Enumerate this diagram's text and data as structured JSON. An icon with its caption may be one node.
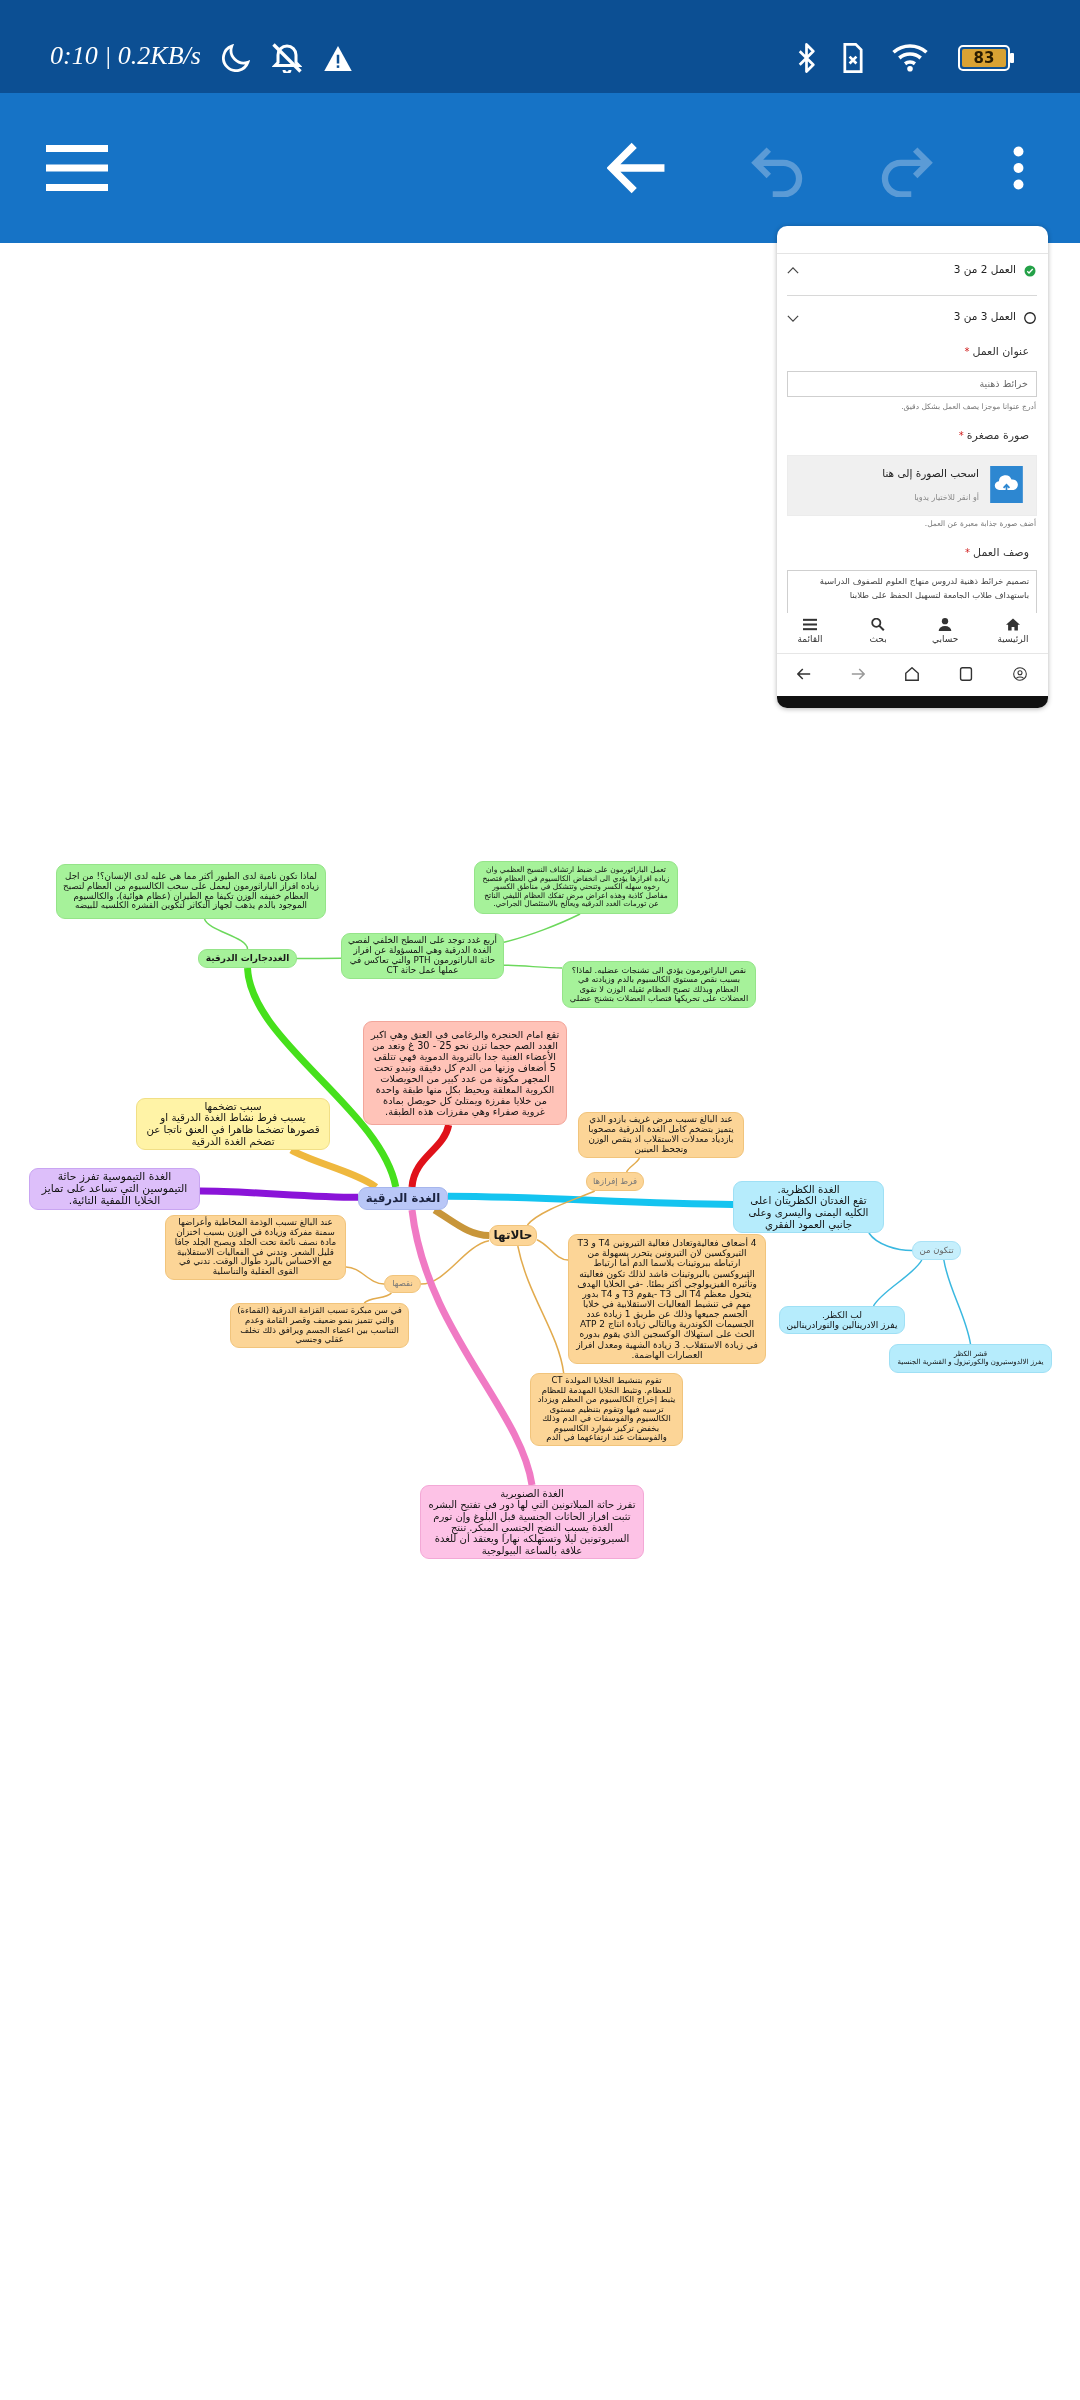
{
  "diagram": {
    "nodes": [
      {
        "text": [
          "الغدة الدرقية"
        ]
      },
      {
        "text": [
          "الغددجارات الدرقية"
        ]
      },
      {
        "text": [
          "لماذا تكون نامية لدى الطيور أكثر مما هي عليه لدى الإنسان؟! من اجل زياده افراز الباراثورمون ليعمل على سحب الكالسيوم من العظام لتصبح العظام خفيفه الوزن تكيفا مع الطيران (عظام هوائية)، والكالسيوم الموجود بالدم يذهب لجهاز التكاثر لتكوين القشره الكلسيه للبيضه"
        ]
      },
      {
        "text": [
          "أربع غدد توجد على السطح الخلفي لفصي الغدة الدرقية وهي المسؤولة عن افراز حاثة الباراثورمون PTH والتي تعاكس في عملها عمل حاثة CT"
        ]
      },
      {
        "text": [
          "تعمل الباراثورمون على ضبط ارتشاف النسيج العظمي وان زياده افرازها يؤدي الى انخفاض الكالسيوم في العظام فتصبح رخوه سهله الكسر وتنحني وتتشكل في مناطق الكسور مفاصل كاذبة وهذه اعراض مرض تفكك العظام الليفي الناتج عن تورمات الغدد الدرقيه ويعالج بالاستئصال الجراحي."
        ]
      },
      {
        "text": [
          "نقص الباراثورمون يؤدي الى تشنجات عضليه. لماذا؟ بسبب نقص مستوى الكالسيوم بالدم وزيادته في العظام وبذلك تصبح العظام ثقيله الوزن لا تقوى العضلات على تحريكها فتصاب العضلات بتشنج عضلي"
        ]
      },
      {
        "text": [
          "تقع امام الحنجرة والرغامى في العنق وهي اكبر الغدد الصم حجما تزن نحو 25 - 30 غ وتعد من الأعضاء الغنية جدا بالتروية الدموية فهي تتلقى 5 أضعاف وزنها من الدم كل دقيقة وتبدو تحت المجهر مكونة من عدد كبير من الحويصلات الكروية المغلقة ويحيط بكل منها طبقة واحدة من خلايا مفرزة ويمتلئ كل حويصل بمادة غروية صفراء وهي مفرزات هذه الطبقة."
        ]
      },
      {
        "text": [
          "سبب تضخمها",
          "يسبب فرط نشاط الغدة الدرقية او قصورها تضخما ظاهرا في العنق ناتجا عن تضخم الغدة الدرقية"
        ]
      },
      {
        "text": [
          "الغدة التيموسية تفرز حاثة التيموسين التي تساعد على تمايز الخلايا اللمفية التائية."
        ]
      },
      {
        "text": [
          "الغدة الكظرية.",
          "تقع الغدتان الكظريتان اعلى الكليه اليمنى واليسرى وعلى جانبي العمود الفقري"
        ]
      },
      {
        "text": [
          "تتكون من"
        ]
      },
      {
        "text": [
          "لب الكظر.",
          "يفرز الادرينالين والنورادرينالين"
        ]
      },
      {
        "text": [
          "قشر الكظر",
          "يفرز الالدوستيرون والكورتيزول و القشرية الجنسية"
        ]
      },
      {
        "text": [
          "حالاتها"
        ]
      },
      {
        "text": [
          "فرط إفرازها"
        ]
      },
      {
        "text": [
          "عند البالغ تسبب مرض غريف بازدو الذي يتميز بتضخم كامل الغدة الدرقية مصحوبا بازدياد معدلات الاستقلاب اذ ينقص الوزن وتجحظ العينين"
        ]
      },
      {
        "text": [
          "4 أضعاف فعاليةوتعادل فعالية التيرونين T4 و T3 التيروكسين لان التيرونين يتحرر بسهولة من ارتباطه ببروتينات بلاسما الدم أما ارتباط التيروكسين بالبروتينات فاشد لذلك تكون فعاليته وتأثيره الفيزيولوجي أكثر بطئا. -في الخلايا الهدف يتحول معظم T4 الى T3 -يقوم T3 و T4 بدور مهم في تنشيط الفعاليات الاستقلابية في خلايا الجسم جميعها وذلك عن طريق 1 زيادة عدد الجسيمات الكوندرية وبالتالي زيادة انتاج ATP 2 الحث على استهلاك الوكسجين الذي يقوم بدوره في زيادة الاستقلاب. 3 زيادة الشهية ومعدل افراز العصارات الهاضمة."
        ]
      },
      {
        "text": [
          "تقوم بتنشيط الخلايا المولدة CT للعظام. وتثبط الخلايا المهدمة للعظام يثبط إخراج الكالسيوم من العظم ويزداد ترسبه فيها وتقوم بتنظيم مستوى الكالسيوم والفوسفات في الدم وذلك بخفض تركيز شوارد الكالسيوم والفوسفات عند ارتفاعهما في الدم"
        ]
      },
      {
        "text": [
          "نقصها"
        ]
      },
      {
        "text": [
          "عند البالغ تسبب الوذمة المخاطية وأعراضها سمنة مفركة وزيادة في الوزن بسبب اختزان مادة نصف نائعة تحت الجلد ويصبح الجلد جافا قليل الشعر. وتدني في الفعاليات الاستقلابية مع الاحساس بالبرد طوال الوقت. تدني في القوى العقلية والتناسلية"
        ]
      },
      {
        "text": [
          "في سن مبكرة تسبب القزامة الدرقية (القماءة) والتي تتميز بنمو ضعيف وقصر القامة وعدم التناسب بين اعضاء الجسم ويرافق ذلك تخلف عقلي وجنسي"
        ]
      },
      {
        "text": [
          "الغدة الصنوبرية",
          "تفرز حاثة الميلاتونين التي لها دور في تفتيح البشره تثبت افراز الحاثات الجنسية قبل البلوغ وإن تورم الغدة يسبب النضج الجنسي المبكر. تنتج السيروتونين ليلا وتستهلكه نهارا ويعتقد أن للغدة علاقة بالساعة البيولوجية"
        ]
      }
    ],
    "edges": [
      {
        "from": 0,
        "to": 1,
        "arrow": "none",
        "style": "thick",
        "color": "#46e01c"
      },
      {
        "from": 1,
        "to": 2,
        "arrow": "none",
        "color": "#6cd85c"
      },
      {
        "from": 1,
        "to": 3,
        "arrow": "none",
        "color": "#6cd85c"
      },
      {
        "from": 3,
        "to": 4,
        "arrow": "none",
        "color": "#6cd85c"
      },
      {
        "from": 3,
        "to": 5,
        "arrow": "none",
        "color": "#6cd85c"
      },
      {
        "from": 0,
        "to": 6,
        "arrow": "none",
        "style": "thick",
        "color": "#e0121a"
      },
      {
        "from": 0,
        "to": 7,
        "arrow": "none",
        "style": "thick",
        "color": "#efb83e"
      },
      {
        "from": 0,
        "to": 8,
        "arrow": "none",
        "style": "thick",
        "color": "#8a14d8"
      },
      {
        "from": 0,
        "to": 9,
        "arrow": "none",
        "style": "thick",
        "color": "#14c4f0"
      },
      {
        "from": 9,
        "to": 10,
        "arrow": "none",
        "color": "#3ab8e0"
      },
      {
        "from": 10,
        "to": 11,
        "arrow": "none",
        "color": "#3ab8e0"
      },
      {
        "from": 10,
        "to": 12,
        "arrow": "none",
        "color": "#3ab8e0"
      },
      {
        "from": 0,
        "to": 13,
        "arrow": "none",
        "style": "thick",
        "color": "#c8963a"
      },
      {
        "from": 13,
        "to": 14,
        "arrow": "none"
      },
      {
        "from": 14,
        "to": 15,
        "arrow": "none"
      },
      {
        "from": 13,
        "to": 16,
        "arrow": "none"
      },
      {
        "from": 13,
        "to": 17,
        "arrow": "none"
      },
      {
        "from": 13,
        "to": 18,
        "arrow": "none"
      },
      {
        "from": 18,
        "to": 19,
        "arrow": "none"
      },
      {
        "from": 18,
        "to": 20,
        "arrow": "none"
      },
      {
        "from": 0,
        "to": 21,
        "arrow": "none",
        "style": "thick",
        "color": "#f07ac4"
      }
    ],
    "labels": [
      "0:10 | 0.2KB/s",
      "83",
      "العمل 2 من 3",
      "العمل 3 من 3",
      "عنوان العمل",
      "*",
      "خرائط ذهنية",
      "أدرج عنوانا موجزا يصف العمل بشكل دقيق.",
      "صورة مصغرة",
      "*",
      "اسحب الصورة إلى هنا",
      "أو انقر للاختيار يدويا",
      "أضف صورة جذابة معبرة عن العمل.",
      "وصف العمل",
      "*",
      "تصميم خرائط ذهنية لدروس منهاج العلوم للصفوف الدراسية باستهداف طلاب الجامعة لتسهيل الحفظ على طلابنا",
      "الرئيسية",
      "حسابي",
      "بحث",
      "القائمة"
    ]
  }
}
